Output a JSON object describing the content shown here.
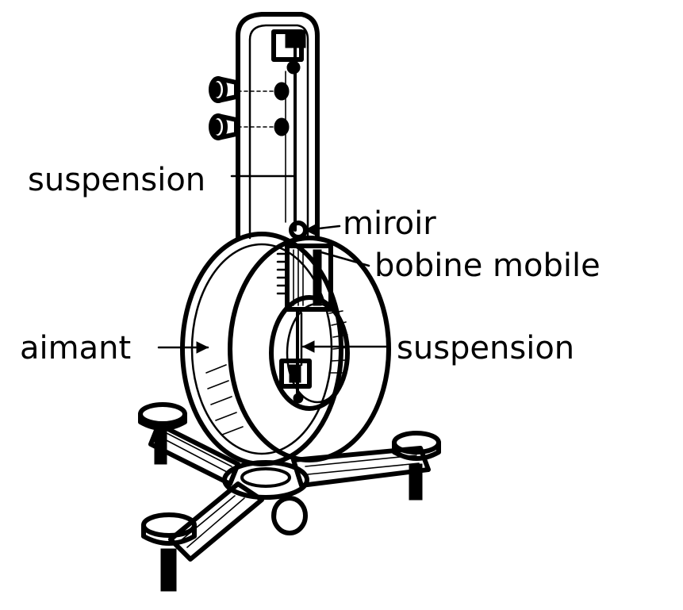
{
  "labels": {
    "suspension_top": "suspension",
    "miroir": "miroir",
    "bobine_mobile": "bobine mobile",
    "aimant": "aimant",
    "suspension_bottom": "suspension"
  }
}
